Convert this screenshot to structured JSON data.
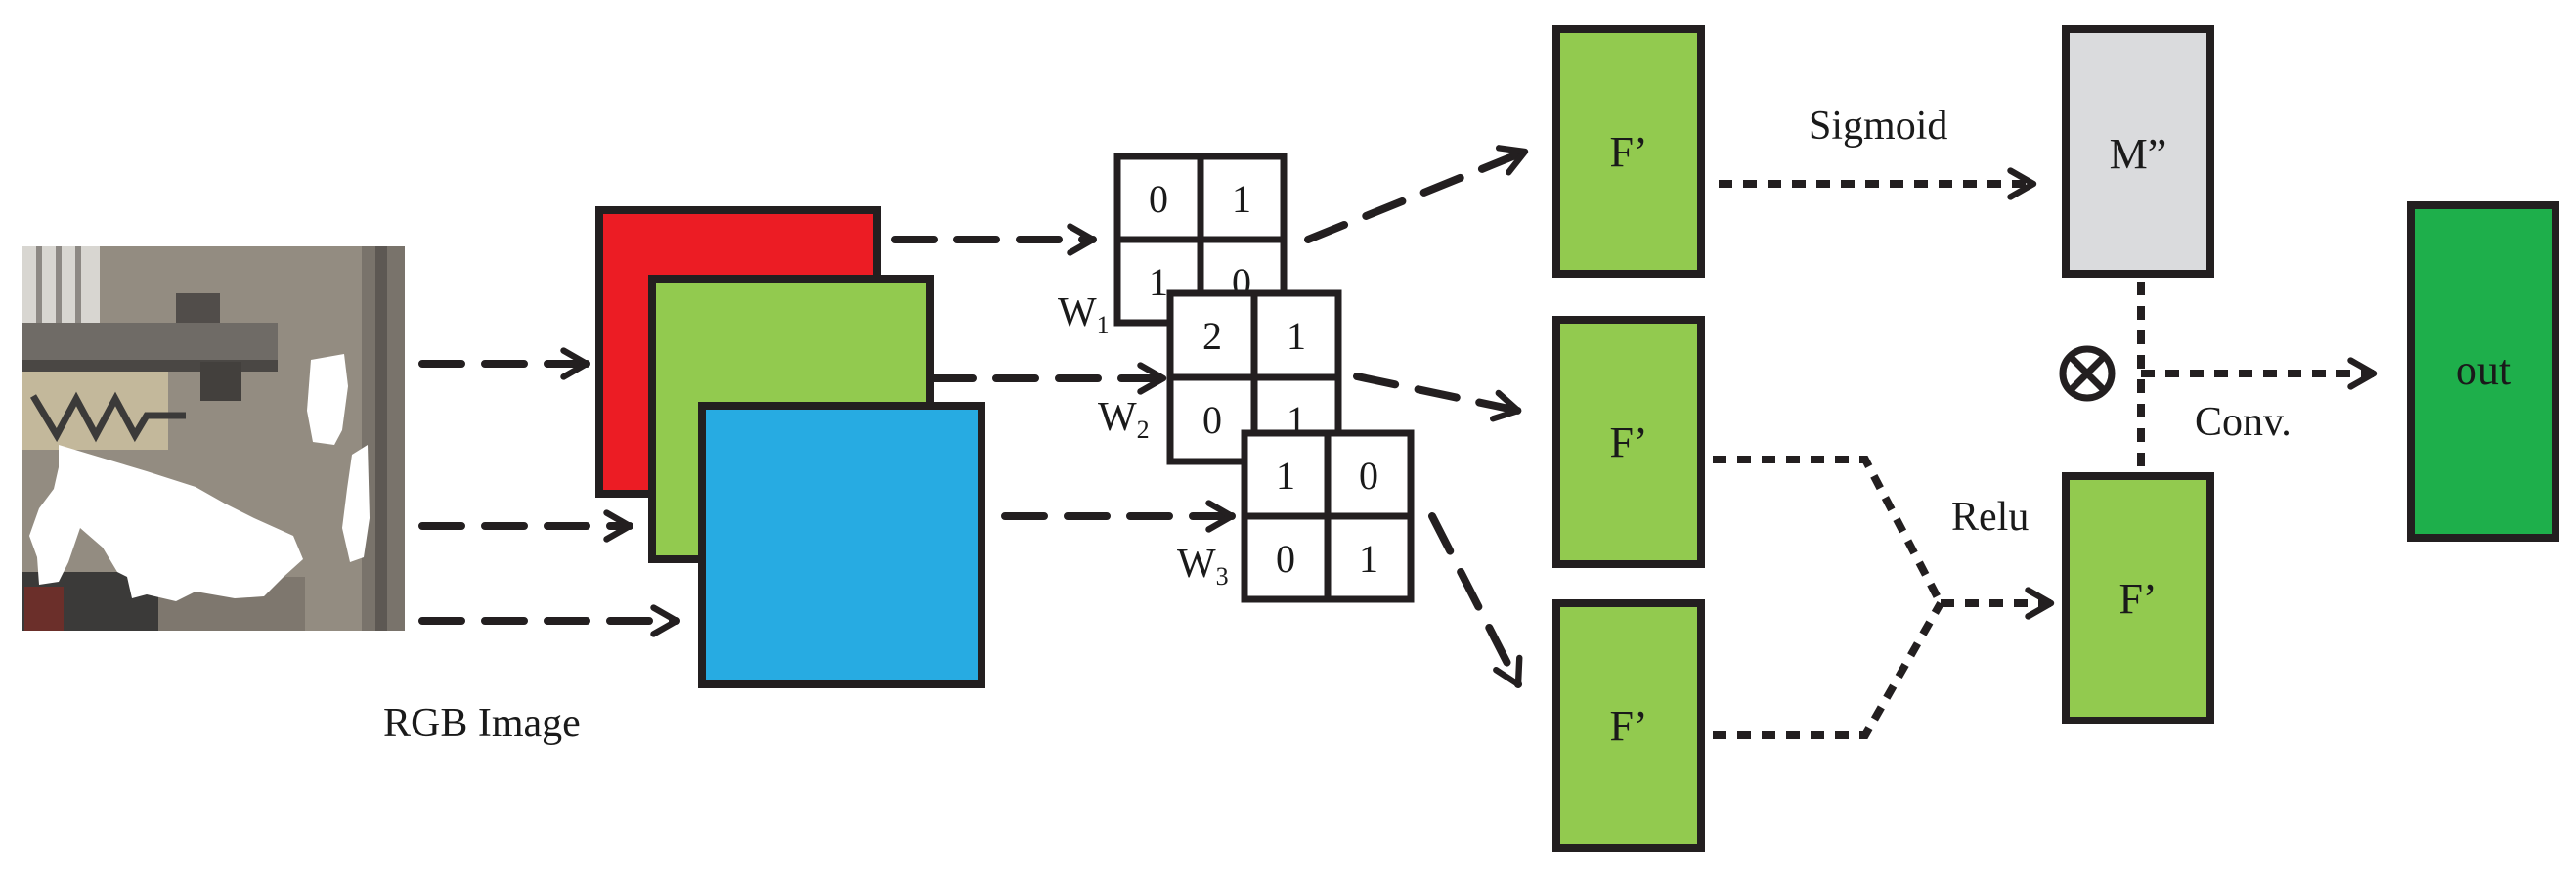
{
  "input": {
    "caption": "RGB Image"
  },
  "channels": [
    {
      "name": "red",
      "color": "#ec1c24"
    },
    {
      "name": "green",
      "color": "#92ca4f"
    },
    {
      "name": "blue",
      "color": "#27abe2"
    }
  ],
  "kernels": [
    {
      "label": "W",
      "sub": "1",
      "cells": [
        "0",
        "1",
        "1",
        "0"
      ]
    },
    {
      "label": "W",
      "sub": "2",
      "cells": [
        "2",
        "1",
        "0",
        "1"
      ]
    },
    {
      "label": "W",
      "sub": "3",
      "cells": [
        "1",
        "0",
        "0",
        "1"
      ]
    }
  ],
  "feature_maps": [
    {
      "label": "F’"
    },
    {
      "label": "F’"
    },
    {
      "label": "F’"
    }
  ],
  "sigmoid_label": "Sigmoid",
  "mask": {
    "label": "M”",
    "color": "#dadbdd"
  },
  "relu_label": "Relu",
  "relu_output": {
    "label": "F’"
  },
  "multiply_symbol": "⊗",
  "conv_label": "Conv.",
  "output": {
    "label": "out",
    "color": "#1eaf4b"
  },
  "colors": {
    "feature": "#92ca4f",
    "stroke": "#231f20",
    "arrow": "#231f20",
    "facade": "#938c81",
    "facade_dark": "#3b3a39",
    "hole": "#ffffff"
  }
}
